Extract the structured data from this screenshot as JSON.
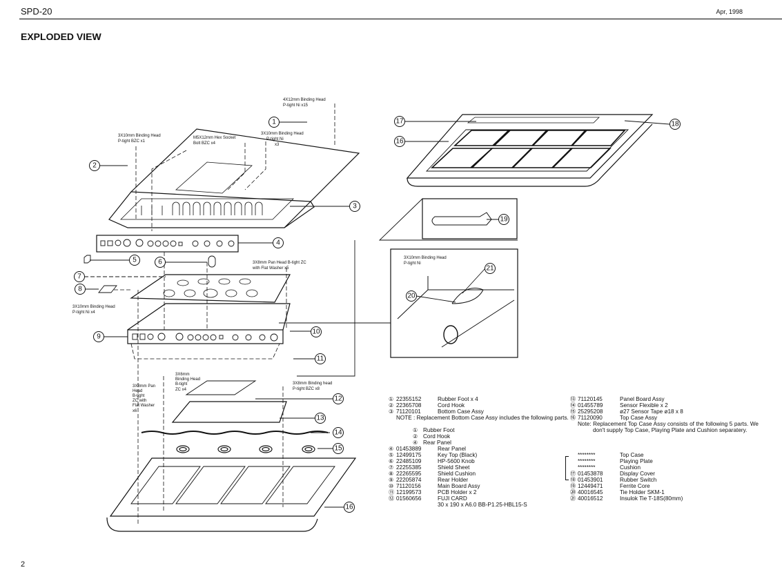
{
  "header": {
    "model": "SPD-20",
    "date": "Apr,  1998",
    "page_number": "2"
  },
  "title": "EXPLODED VIEW",
  "annotations": {
    "binding_4x12": [
      "4X12mm Binding Head",
      "P-tight Ni x15"
    ],
    "binding_3x10_bzc": [
      "3X10mm Binding Head",
      "P-tight BZC x1"
    ],
    "hex_socket": [
      "M5X12mm Hex Socket",
      "Bolt BZC x4"
    ],
    "binding_3x10_ni": [
      "3X10mm Binding Head",
      "P-tight Ni",
      "x3"
    ],
    "pan_head_3x8": [
      "3X8mm Pan Head B-tight ZC",
      "with Flat Washer x5"
    ],
    "binding_3x10_ni4": [
      "3X10mm Binding Head",
      "P-tight Ni x4"
    ],
    "pan_head_left": [
      "3X8mm Pan",
      "Head",
      "B-tight",
      "ZC with",
      "Flat Washer",
      "x6"
    ],
    "binding_3x6": [
      "3X6mm",
      "Binding Head",
      "B-tight",
      "ZC x4"
    ],
    "binding_3x8": [
      "3X8mm Binding head",
      "P-tight BZC x8"
    ],
    "detail_binding": [
      "3X10mm Binding Head",
      "P-tight Ni"
    ]
  },
  "callouts": [
    "1",
    "2",
    "3",
    "4",
    "5",
    "6",
    "7",
    "8",
    "9",
    "10",
    "11",
    "12",
    "13",
    "14",
    "15",
    "16",
    "16",
    "17",
    "18",
    "19",
    "20",
    "21"
  ],
  "parts_left": [
    {
      "no": "①",
      "code": "22355152",
      "desc": "Rubber Foot x 4"
    },
    {
      "no": "②",
      "code": "22365708",
      "desc": "Cord Hook"
    },
    {
      "no": "③",
      "code": "71120101",
      "desc": "Bottom Case Assy"
    }
  ],
  "note_bottom": "NOTE : Replacement Bottom Case Assy includes the following parts.",
  "included_parts": [
    {
      "no": "①",
      "desc": "Rubber Foot"
    },
    {
      "no": "②",
      "desc": "Cord Hook"
    },
    {
      "no": "④",
      "desc": "Rear Panel"
    }
  ],
  "parts_left2": [
    {
      "no": "④",
      "code": "01453889",
      "desc": "Rear Panel"
    },
    {
      "no": "⑤",
      "code": "12499175",
      "desc": "Key Top (Black)"
    },
    {
      "no": "⑥",
      "code": "22485109",
      "desc": "HP-5600 Knob"
    },
    {
      "no": "⑦",
      "code": "22255385",
      "desc": "Shield Sheet"
    },
    {
      "no": "⑧",
      "code": "22265595",
      "desc": "Shield Cushion"
    },
    {
      "no": "⑨",
      "code": "22205874",
      "desc": "Rear Holder"
    },
    {
      "no": "⑩",
      "code": "71120156",
      "desc": "Main Board Assy"
    },
    {
      "no": "⑪",
      "code": "12199573",
      "desc": "PCB Holder x 2"
    },
    {
      "no": "⑫",
      "code": "01560656",
      "desc": "FUJI CARD"
    }
  ],
  "fuji_spec": "30 x 190 x A6.0 BB-P1.25-HBL15-S",
  "parts_right": [
    {
      "no": "⑬",
      "code": "71120145",
      "desc": "Panel Board Assy"
    },
    {
      "no": "⑭",
      "code": "01455789",
      "desc": "Sensor Flexible x 2"
    },
    {
      "no": "⑮",
      "code": "25295208",
      "desc": "ø27 Sensor Tape ø18 x 8"
    },
    {
      "no": "⑯",
      "code": "71120090",
      "desc": "Top Case Assy"
    }
  ],
  "note_top": "Note:  Replacement Top Case Assy consists of the following 5 parts. We don't supply Top Case, Playing Plate and Cushion separatery.",
  "parts_right2": [
    {
      "no": "",
      "code": "********",
      "desc": "Top Case"
    },
    {
      "no": "",
      "code": "********",
      "desc": "Playing Plate"
    },
    {
      "no": "",
      "code": "********",
      "desc": "Cushion"
    },
    {
      "no": "⑰",
      "code": "01453878",
      "desc": "Display Cover"
    },
    {
      "no": "⑱",
      "code": "01453901",
      "desc": "Rubber Switch"
    },
    {
      "no": "⑲",
      "code": "12449471",
      "desc": "Ferrite Core"
    },
    {
      "no": "⑳",
      "code": "40016545",
      "desc": "Tie Holder SKM-1"
    },
    {
      "no": "㉑",
      "code": "40016512",
      "desc": "Insulok Tie T-18S(80mm)"
    }
  ]
}
